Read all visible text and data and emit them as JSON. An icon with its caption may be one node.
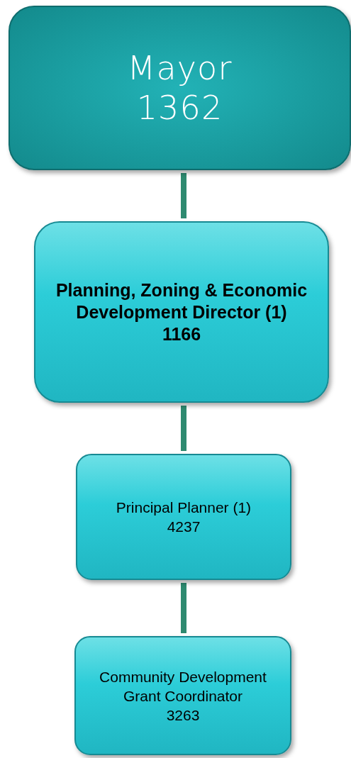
{
  "diagram": {
    "nodes": [
      {
        "text": [
          "Mayor",
          "1362"
        ]
      },
      {
        "text": [
          "Planning, Zoning & Economic Development Director (1)",
          "1166"
        ]
      },
      {
        "text": [
          "Principal Planner (1)",
          "4237"
        ]
      },
      {
        "text": [
          "Community Development Grant Coordinator",
          "3263"
        ]
      }
    ],
    "edges": [
      {
        "from": 0,
        "to": 1,
        "arrow": "none"
      },
      {
        "from": 1,
        "to": 2,
        "arrow": "none"
      },
      {
        "from": 2,
        "to": 3,
        "arrow": "none"
      }
    ]
  }
}
